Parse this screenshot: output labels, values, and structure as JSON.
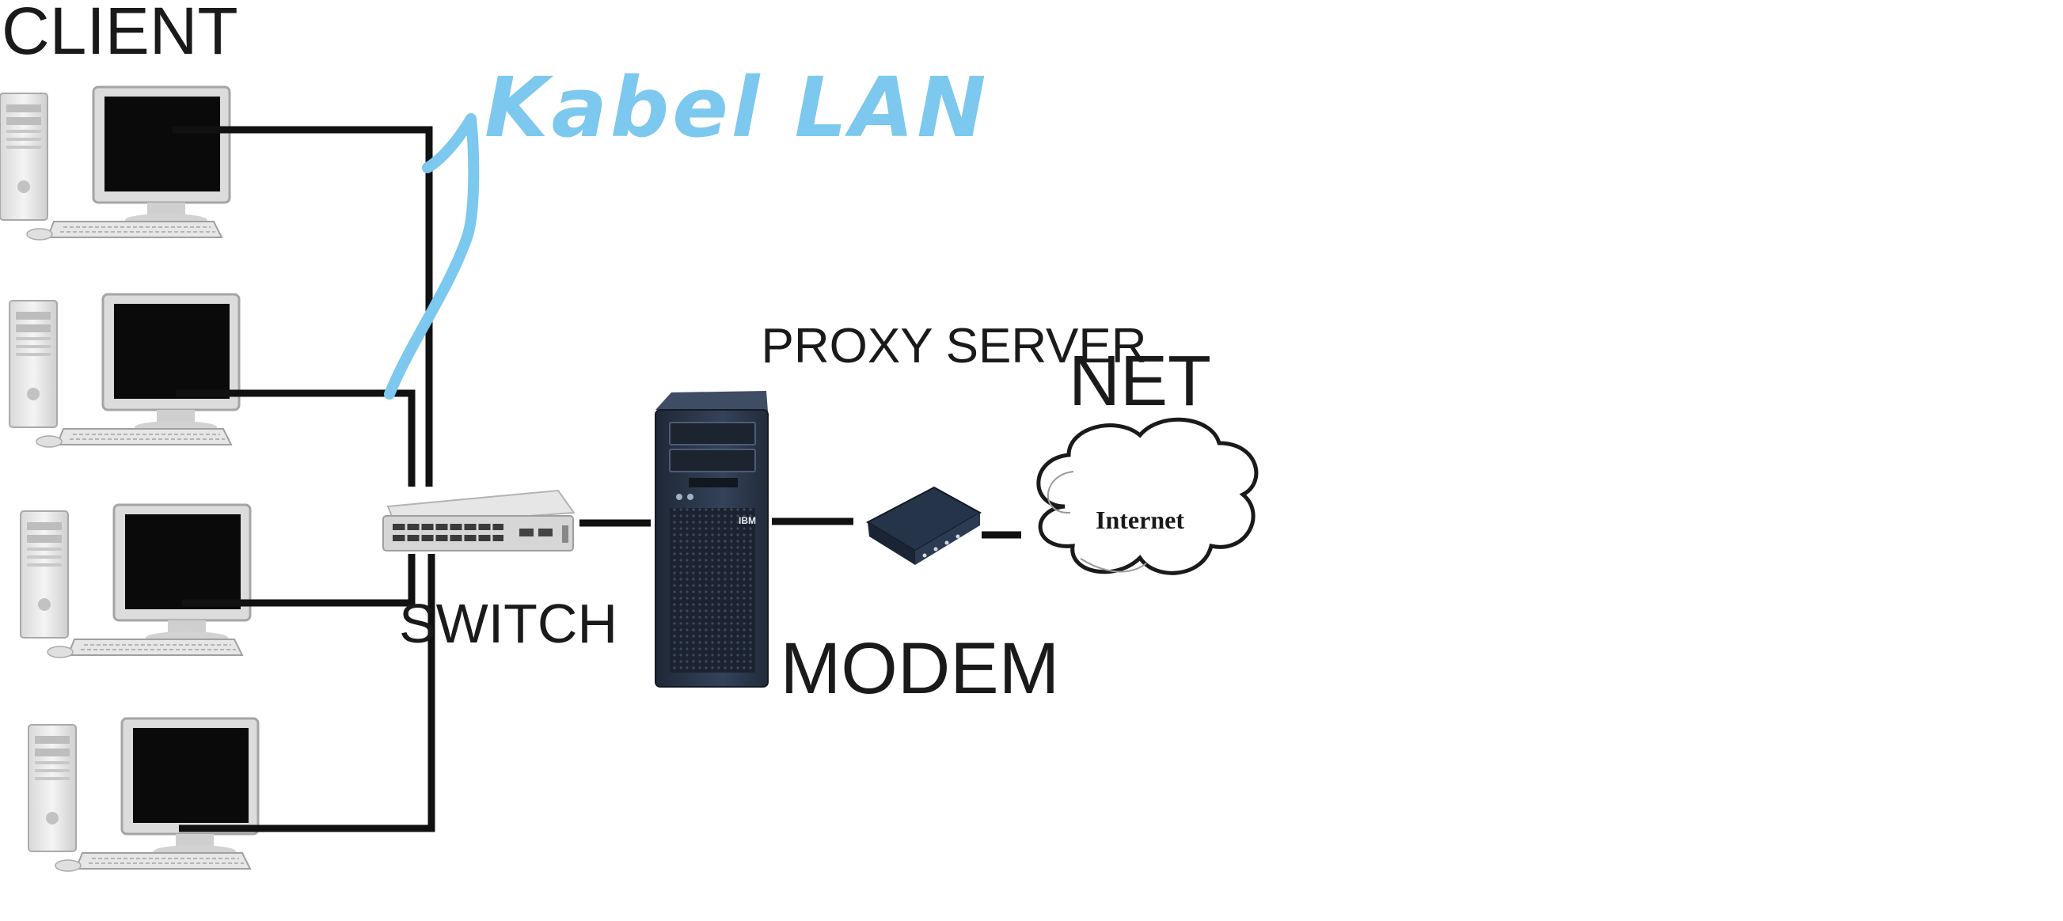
{
  "labels": {
    "client": "CLIENT",
    "kabel_lan": "Kabel LAN",
    "proxy_server": "PROXY SERVER",
    "net": "NET",
    "switch": "SWITCH",
    "modem": "MODEM",
    "internet": "Internet",
    "server_brand": "IBM"
  },
  "nodes": {
    "clients": [
      {
        "id": "client-1",
        "icon": "desktop-computer-icon"
      },
      {
        "id": "client-2",
        "icon": "desktop-computer-icon"
      },
      {
        "id": "client-3",
        "icon": "desktop-computer-icon"
      },
      {
        "id": "client-4",
        "icon": "desktop-computer-icon"
      }
    ],
    "switch": {
      "icon": "network-switch-icon"
    },
    "proxy_server": {
      "icon": "tower-server-icon"
    },
    "modem": {
      "icon": "modem-icon"
    },
    "internet": {
      "icon": "cloud-icon"
    }
  },
  "edges": [
    {
      "from": "client-1",
      "to": "switch"
    },
    {
      "from": "client-2",
      "to": "switch"
    },
    {
      "from": "client-3",
      "to": "switch"
    },
    {
      "from": "client-4",
      "to": "switch"
    },
    {
      "from": "switch",
      "to": "proxy_server"
    },
    {
      "from": "proxy_server",
      "to": "modem"
    },
    {
      "from": "modem",
      "to": "internet"
    }
  ],
  "colors": {
    "wire": "#111111",
    "annotation": "#7cc8ee",
    "server_body": "#2e3a4e",
    "monitor_screen": "#0a0a0a"
  }
}
